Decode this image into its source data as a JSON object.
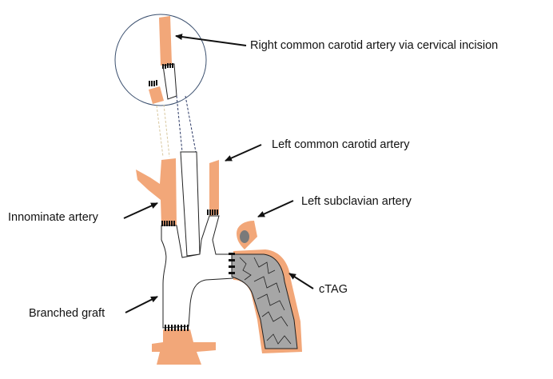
{
  "labels": {
    "right_common_carotid": "Right common carotid artery via cervical incision",
    "left_common_carotid": "Left common carotid artery",
    "left_subclavian": "Left subclavian artery",
    "innominate": "Innominate artery",
    "ctag": "cTAG",
    "branched_graft": "Branched graft"
  },
  "colors": {
    "artery": "#F2A779",
    "stent_graft": "#A6A6A6",
    "staples": "#111111",
    "circle": "#3A4F6E",
    "outline": "#222222"
  }
}
